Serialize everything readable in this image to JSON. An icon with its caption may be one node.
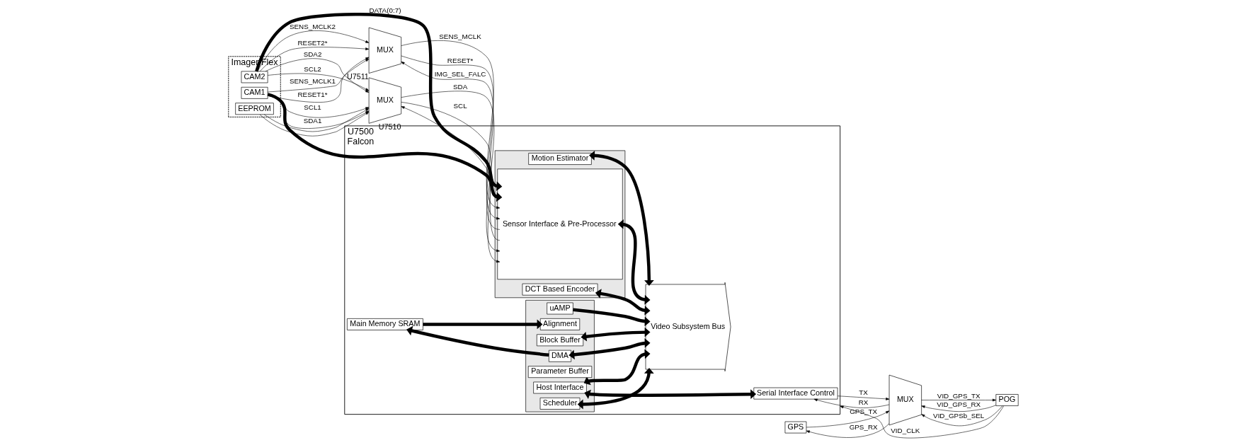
{
  "diagram": {
    "nodes": [
      {
        "text": [
          "Imager Flex"
        ]
      },
      {
        "text": [
          "CAM2"
        ],
        "in": 0
      },
      {
        "text": [
          "CAM1"
        ],
        "in": 0
      },
      {
        "text": [
          "EEPROM"
        ],
        "in": 0
      },
      {
        "text": [
          "MUX"
        ],
        "beside": [
          "U7511"
        ]
      },
      {
        "text": [
          "MUX"
        ],
        "beside": [
          "U7510"
        ]
      },
      {
        "text": [
          "U7500",
          "Falcon"
        ]
      },
      {
        "text": [
          "Main Memory SRAM"
        ],
        "in": 6
      },
      {
        "text": [],
        "shape": "box",
        "in": 6
      },
      {
        "text": [
          "Sensor Interface & Pre-Processor"
        ],
        "in": 8
      },
      {
        "text": [
          "Motion Estimator"
        ],
        "in": 8
      },
      {
        "text": [
          "DCT Based Encoder"
        ],
        "in": 8
      },
      {
        "text": [
          "Video Subsystem Bus"
        ],
        "in": 6
      },
      {
        "text": [],
        "shape": "box",
        "in": 6
      },
      {
        "text": [
          "uAMP"
        ],
        "in": 13
      },
      {
        "text": [
          "Alignment"
        ],
        "in": 13
      },
      {
        "text": [
          "Block Buffer"
        ],
        "in": 13
      },
      {
        "text": [
          "DMA"
        ],
        "in": 13
      },
      {
        "text": [
          "Parameter Buffer"
        ],
        "in": 13
      },
      {
        "text": [
          "Host Interface"
        ],
        "in": 13
      },
      {
        "text": [
          "Scheduler"
        ],
        "in": 13
      },
      {
        "text": [
          "Serial Interface Control"
        ],
        "in": 6
      },
      {
        "text": [
          "MUX"
        ]
      },
      {
        "text": [
          "GPS"
        ]
      },
      {
        "text": [
          "POG"
        ]
      }
    ],
    "edges": [
      {
        "from": 1,
        "to": 9,
        "arrow": "to",
        "label": "DATA(0:7)",
        "style": "thick"
      },
      {
        "from": 2,
        "to": 9,
        "arrow": "to",
        "style": "thick"
      },
      {
        "from": 1,
        "to": 4,
        "arrow": "to",
        "label": "SENS_MCLK2"
      },
      {
        "from": 1,
        "to": 4,
        "arrow": "to",
        "label": "RESET2*"
      },
      {
        "from": 2,
        "to": 4,
        "arrow": "to",
        "label": "SENS_MCLK1"
      },
      {
        "from": 2,
        "to": 4,
        "arrow": "to",
        "label": "RESET1*"
      },
      {
        "from": 2,
        "to": 5,
        "arrow": "to",
        "label": "SDA1"
      },
      {
        "from": 3,
        "to": 5,
        "arrow": "to"
      },
      {
        "from": 2,
        "to": 5,
        "arrow": "to",
        "label": "SCL1"
      },
      {
        "from": 3,
        "to": 5,
        "arrow": "to"
      },
      {
        "from": 1,
        "to": 5,
        "arrow": "to",
        "label": "SDA2"
      },
      {
        "from": 1,
        "to": 5,
        "arrow": "to",
        "label": "SCL2"
      },
      {
        "from": 4,
        "to": 9,
        "arrow": "to",
        "label": "SENS_MCLK"
      },
      {
        "from": 4,
        "to": 9,
        "arrow": "to",
        "label": "RESET*"
      },
      {
        "from": 9,
        "to": 4,
        "arrow": "to",
        "label": "IMG_SEL_FALC"
      },
      {
        "from": 9,
        "to": 5,
        "arrow": "to"
      },
      {
        "from": 5,
        "to": 9,
        "arrow": "to",
        "label": "SDA"
      },
      {
        "from": 5,
        "to": 9,
        "arrow": "to",
        "label": "SCL"
      },
      {
        "from": 10,
        "to": 12,
        "arrow": "both",
        "style": "thick"
      },
      {
        "from": 9,
        "to": 12,
        "arrow": "both",
        "style": "thick"
      },
      {
        "from": 11,
        "to": 12,
        "arrow": "both",
        "style": "thick"
      },
      {
        "from": 7,
        "to": 15,
        "arrow": "to",
        "style": "thick"
      },
      {
        "from": 17,
        "to": 7,
        "arrow": "to",
        "style": "thick"
      },
      {
        "from": 14,
        "to": 12,
        "arrow": "to",
        "style": "thick"
      },
      {
        "from": 16,
        "to": 12,
        "arrow": "both",
        "style": "thick"
      },
      {
        "from": 17,
        "to": 12,
        "arrow": "both",
        "style": "thick"
      },
      {
        "from": 12,
        "to": 19,
        "arrow": "both",
        "style": "thick"
      },
      {
        "from": 12,
        "to": 20,
        "arrow": "both",
        "style": "thick"
      },
      {
        "from": 19,
        "to": 21,
        "arrow": "both",
        "style": "thick"
      },
      {
        "from": 21,
        "to": 22,
        "arrow": "to",
        "label": "TX"
      },
      {
        "from": 22,
        "to": 21,
        "arrow": "to",
        "label": "RX"
      },
      {
        "from": 24,
        "to": 6,
        "arrow": "to",
        "label": "VID_CLK"
      },
      {
        "from": 22,
        "to": 24,
        "arrow": "to",
        "label": "VID_GPS_TX"
      },
      {
        "from": 24,
        "to": 22,
        "arrow": "to",
        "label": "VID_GPS_RX"
      },
      {
        "from": 23,
        "to": 22,
        "arrow": "to",
        "label": "GPS_TX"
      },
      {
        "from": 22,
        "to": 23,
        "arrow": "to",
        "label": "GPS_RX"
      },
      {
        "from": 24,
        "to": 22,
        "arrow": "to",
        "label": "VID_GPSb_SEL"
      }
    ]
  }
}
